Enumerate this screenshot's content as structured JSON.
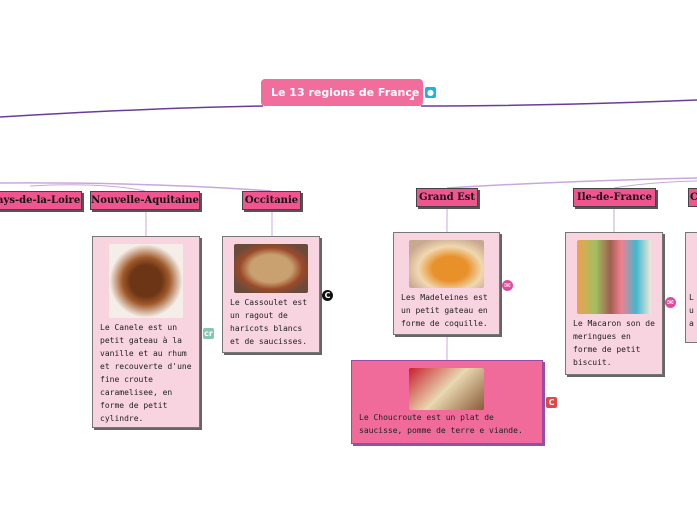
{
  "root": {
    "title": "Le 13 regions de France",
    "icon": "map-marker-icon"
  },
  "topics": [
    {
      "name": "Pays-de-la-Loire"
    },
    {
      "name": "Nouvelle-Aquitaine",
      "card": {
        "text": "Le Canele est un petit gateau à la vanille et au rhum et recouverte d'une fine croute caramelisee, en forme de petit cylindre.",
        "icon": "cr"
      }
    },
    {
      "name": "Occitanie",
      "card": {
        "text": "Le Cassoulet est un ragout de haricots blancs et de saucisses.",
        "icon": "C"
      }
    },
    {
      "name": "Grand Est",
      "card": {
        "text": "Les Madeleines est un petit gateau en forme de coquille.",
        "icon": "emoji-icon"
      },
      "sub": {
        "text": "Le Choucroute est un plat de saucisse, pomme de terre e viande.",
        "icon": "C"
      }
    },
    {
      "name": "Ile-de-France",
      "card": {
        "text": "Le Macaron son de meringues en forme de petit biscuit.",
        "icon": "emoji-icon"
      }
    },
    {
      "name": "C",
      "card": {
        "text": "L u a"
      }
    }
  ],
  "colors": {
    "root": "#f06d9c",
    "topic": "#f0558f",
    "card": "#f8d4e0",
    "highlight": "#f06b9a",
    "line": "#c8a8dc"
  }
}
